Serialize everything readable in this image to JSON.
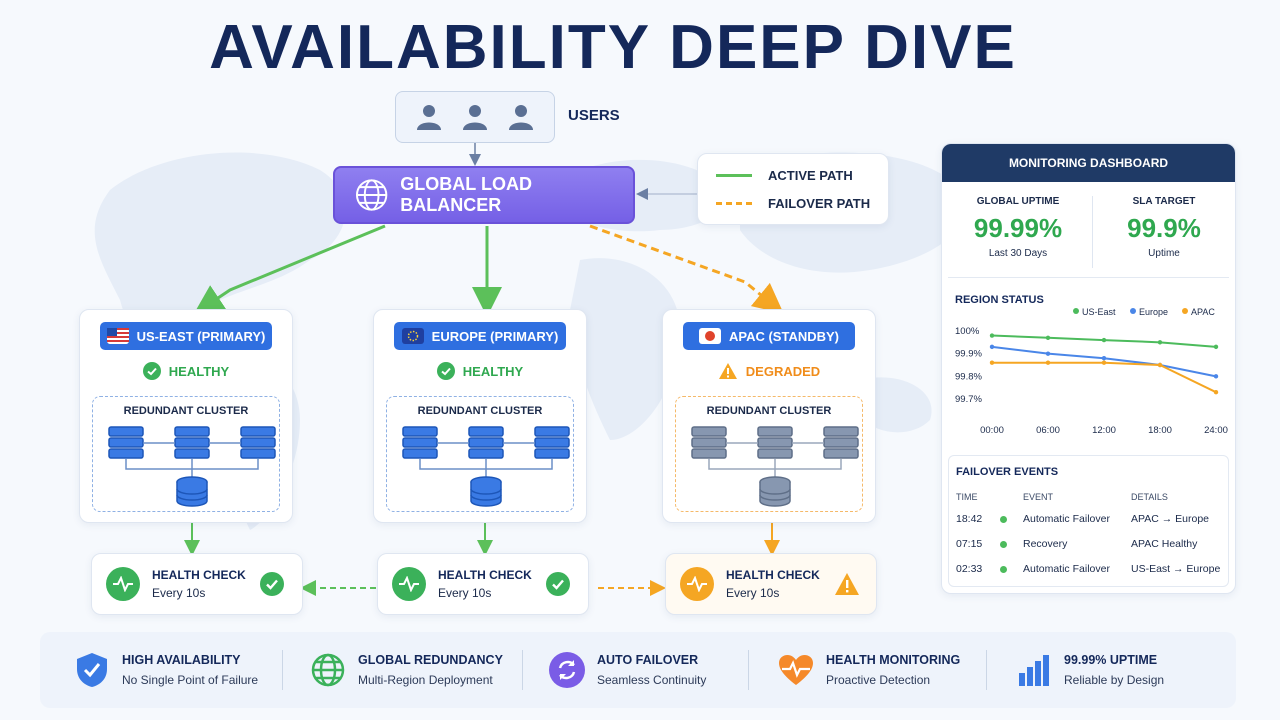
{
  "title": "AVAILABILITY DEEP DIVE",
  "users": {
    "label": "USERS"
  },
  "load_balancer": {
    "label": "GLOBAL LOAD BALANCER"
  },
  "legend": {
    "active": "ACTIVE PATH",
    "failover": "FAILOVER PATH"
  },
  "colors": {
    "active": "#5cc05a",
    "failover": "#f5a623",
    "primary": "#2f6fe0",
    "degraded": "#f5a623",
    "healthy": "#2fa84f",
    "balancer": "#7560e6"
  },
  "regions": [
    {
      "name": "US-EAST (PRIMARY)",
      "status": "HEALTHY",
      "cluster": "REDUNDANT CLUSTER",
      "flag": "us-flag"
    },
    {
      "name": "EUROPE (PRIMARY)",
      "status": "HEALTHY",
      "cluster": "REDUNDANT CLUSTER",
      "flag": "eu-flag"
    },
    {
      "name": "APAC (STANDBY)",
      "status": "DEGRADED",
      "cluster": "REDUNDANT CLUSTER",
      "flag": "apac-flag"
    }
  ],
  "health_checks": [
    {
      "title": "HEALTH CHECK",
      "interval": "Every 10s",
      "state": "ok"
    },
    {
      "title": "HEALTH CHECK",
      "interval": "Every 10s",
      "state": "ok"
    },
    {
      "title": "HEALTH CHECK",
      "interval": "Every 10s",
      "state": "warning"
    }
  ],
  "dashboard": {
    "title": "MONITORING DASHBOARD",
    "kpis": [
      {
        "label": "GLOBAL UPTIME",
        "value": "99.99%",
        "sub": "Last 30 Days"
      },
      {
        "label": "SLA TARGET",
        "value": "99.9%",
        "sub": "Uptime"
      }
    ],
    "region_status_title": "REGION STATUS",
    "events_title": "FAILOVER EVENTS",
    "events_headers": [
      "TIME",
      "EVENT",
      "DETAILS"
    ],
    "events": [
      {
        "time": "18:42",
        "event": "Automatic Failover",
        "details": "APAC → Europe"
      },
      {
        "time": "07:15",
        "event": "Recovery",
        "details": "APAC Healthy"
      },
      {
        "time": "02:33",
        "event": "Automatic Failover",
        "details": "US-East → Europe"
      }
    ]
  },
  "chart_data": {
    "type": "line",
    "title": "REGION STATUS",
    "x": [
      "00:00",
      "06:00",
      "12:00",
      "18:00",
      "24:00"
    ],
    "x_ticks": [
      "00:00",
      "06:00",
      "12:00",
      "18:00",
      "24:00"
    ],
    "y_ticks": [
      "100%",
      "99.9%",
      "99.8%",
      "99.7%"
    ],
    "ylim": [
      99.7,
      100
    ],
    "series": [
      {
        "name": "US-East",
        "color": "#4cbb5c",
        "values": [
          99.98,
          99.97,
          99.96,
          99.95,
          99.93
        ]
      },
      {
        "name": "Europe",
        "color": "#4a86e8",
        "values": [
          99.93,
          99.9,
          99.88,
          99.85,
          99.8
        ]
      },
      {
        "name": "APAC",
        "color": "#f5a623",
        "values": [
          99.86,
          99.86,
          99.86,
          99.85,
          99.73
        ]
      }
    ],
    "legend_position": "top-right",
    "grid": false
  },
  "features": [
    {
      "title": "HIGH AVAILABILITY",
      "sub": "No Single Point of Failure",
      "icon": "shield-check-icon"
    },
    {
      "title": "GLOBAL REDUNDANCY",
      "sub": "Multi-Region Deployment",
      "icon": "globe-icon"
    },
    {
      "title": "AUTO FAILOVER",
      "sub": "Seamless Continuity",
      "icon": "refresh-icon"
    },
    {
      "title": "HEALTH MONITORING",
      "sub": "Proactive Detection",
      "icon": "heart-pulse-icon"
    },
    {
      "title": "99.99% UPTIME",
      "sub": "Reliable by Design",
      "icon": "bar-chart-icon"
    }
  ]
}
